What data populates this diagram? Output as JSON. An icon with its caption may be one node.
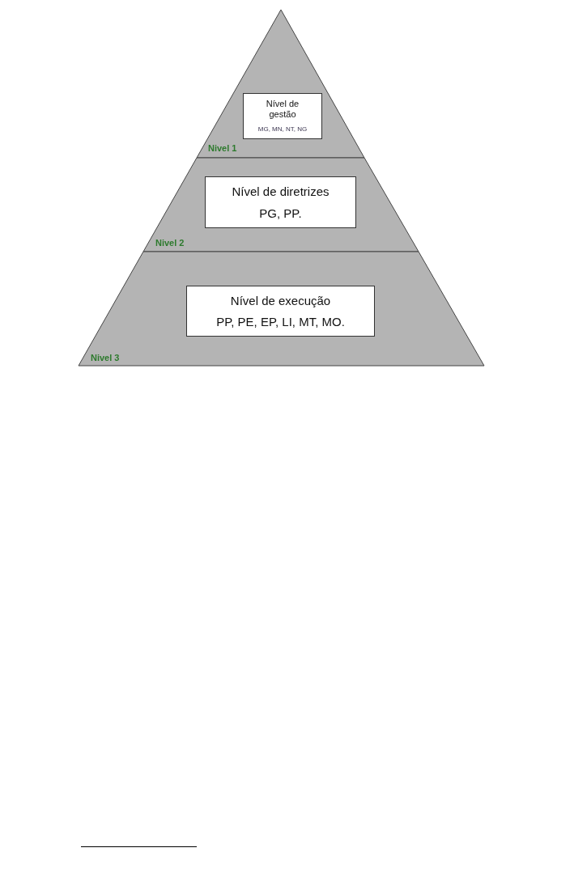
{
  "diagram": {
    "nodes": [
      {
        "text": [
          "Nivel 1"
        ]
      },
      {
        "text": [
          "Nível de gestão",
          "MG, MN, NT, NG"
        ],
        "in": 0
      },
      {
        "text": [
          "Nivel 2"
        ]
      },
      {
        "text": [
          "Nível de diretrizes",
          "PG, PP."
        ],
        "in": 2
      },
      {
        "text": [
          "Nivel 3"
        ]
      },
      {
        "text": [
          "Nível de execução",
          "PP, PE, EP, LI, MT, MO."
        ],
        "in": 4
      }
    ]
  }
}
